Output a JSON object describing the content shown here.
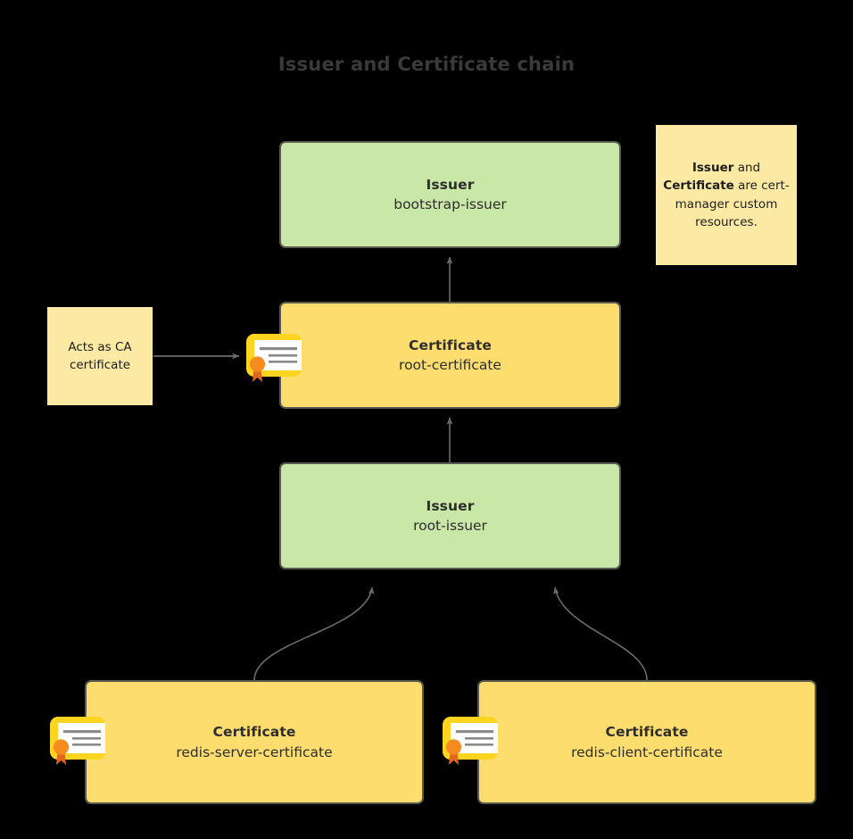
{
  "diagram": {
    "title": "Issuer and Certificate chain",
    "type": "flowchart",
    "background_color": "#000000",
    "title_color": "#3a3a3a",
    "palette": {
      "issuer_fill": "#C9E7A6",
      "certificate_fill": "#FCDD6E",
      "note_fill": "#FCE9A3",
      "node_border": "#59594f",
      "edge_color": "#6b6b6b",
      "icon_frame": "#FDD41F",
      "icon_paper": "#FFFFFF",
      "icon_line": "#8a8a8a",
      "icon_seal": "#F68B1F",
      "icon_ribbon": "#E2661A"
    }
  },
  "nodes": [
    {
      "id": "bootstrap-issuer",
      "kind": "Issuer",
      "name": "bootstrap-issuer",
      "type": "issuer",
      "has_icon": false
    },
    {
      "id": "root-certificate",
      "kind": "Certificate",
      "name": "root-certificate",
      "type": "certificate",
      "has_icon": true
    },
    {
      "id": "root-issuer",
      "kind": "Issuer",
      "name": "root-issuer",
      "type": "issuer",
      "has_icon": false
    },
    {
      "id": "redis-server-certificate",
      "kind": "Certificate",
      "name": "redis-server-certificate",
      "type": "certificate",
      "has_icon": true
    },
    {
      "id": "redis-client-certificate",
      "kind": "Certificate",
      "name": "redis-client-certificate",
      "type": "certificate",
      "has_icon": true
    }
  ],
  "notes": [
    {
      "id": "custom-resources-note",
      "text_segments": [
        {
          "text": "Issuer",
          "bold": true
        },
        {
          "text": " and ",
          "bold": false
        },
        {
          "text": "Certificate",
          "bold": true
        },
        {
          "text": " are cert-manager custom resources.",
          "bold": false
        }
      ],
      "plain_text": "Issuer and Certificate are cert-manager custom resources."
    },
    {
      "id": "ca-certificate-note",
      "plain_text": "Acts as CA certificate"
    }
  ],
  "edges": [
    {
      "id": "edge-root-cert-to-bootstrap-issuer",
      "from": "root-certificate",
      "to": "bootstrap-issuer",
      "style": "straight-arrow"
    },
    {
      "id": "edge-root-issuer-to-root-cert",
      "from": "root-issuer",
      "to": "root-certificate",
      "style": "straight-arrow"
    },
    {
      "id": "edge-server-cert-to-root-issuer",
      "from": "redis-server-certificate",
      "to": "root-issuer",
      "style": "curved-arrow"
    },
    {
      "id": "edge-client-cert-to-root-issuer",
      "from": "redis-client-certificate",
      "to": "root-issuer",
      "style": "curved-arrow"
    },
    {
      "id": "edge-ca-note-to-root-cert-icon",
      "from": "ca-certificate-note",
      "to": "root-certificate",
      "style": "straight-arrow"
    }
  ],
  "icons": {
    "certificate_icon_label": "certificate-seal-icon"
  }
}
